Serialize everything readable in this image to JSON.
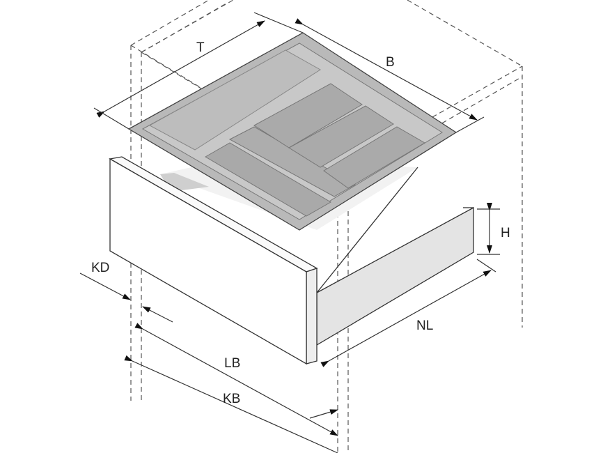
{
  "labels": {
    "T": "T",
    "B": "B",
    "H": "H",
    "KD": "KD",
    "NL": "NL",
    "LB": "LB",
    "KB": "KB"
  },
  "colors": {
    "tray": "#b9b9b9",
    "tray_dark": "#9a9a9a",
    "drawer_side": "#e6e6e6",
    "line": "#333333"
  }
}
